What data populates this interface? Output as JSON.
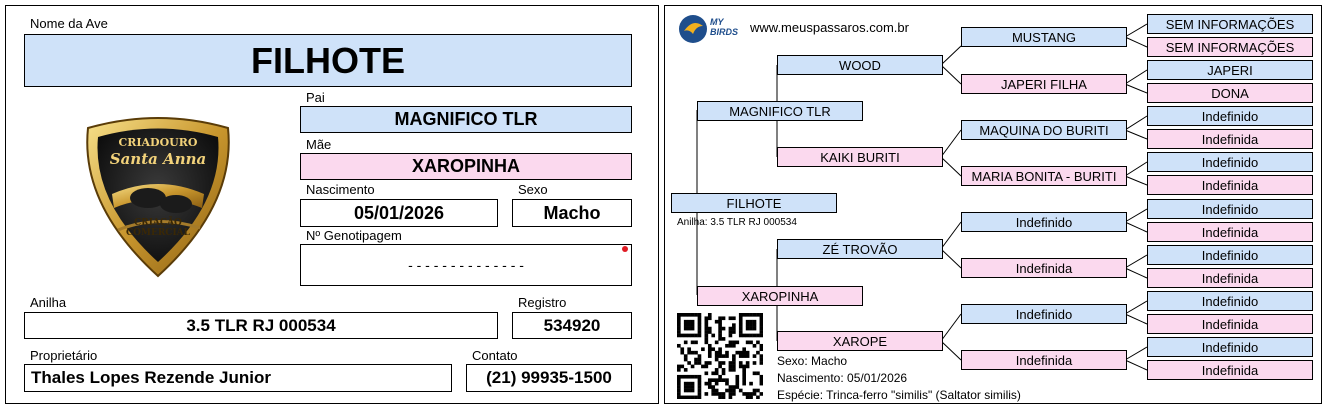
{
  "card": {
    "bird_name_label": "Nome da Ave",
    "bird_name": "FILHOTE",
    "father_label": "Pai",
    "father": "MAGNIFICO TLR",
    "mother_label": "Mãe",
    "mother": "XAROPINHA",
    "birth_label": "Nascimento",
    "birth": "05/01/2026",
    "sex_label": "Sexo",
    "sex": "Macho",
    "genotype_label": "Nº Genotipagem",
    "genotype": "- - - - - - - - - - - - - -",
    "ring_label": "Anilha",
    "ring": "3.5 TLR RJ 000534",
    "registry_label": "Registro",
    "registry": "534920",
    "owner_label": "Proprietário",
    "owner": "Thales Lopes Rezende Junior",
    "contact_label": "Contato",
    "contact": "(21) 99935-1500"
  },
  "logo": {
    "top_text": "CRIADOURO",
    "script_text": "Santa Anna",
    "bottom_text_1": "CRIAÇÃO",
    "bottom_text_2": "COMERCIAL"
  },
  "brand": {
    "mybirds_line1": "MY",
    "mybirds_line2": "BIRDS",
    "url": "www.meuspassaros.com.br"
  },
  "pedigree": {
    "subject": "FILHOTE",
    "subject_ring": "Anilha: 3.5 TLR RJ 000534",
    "father": "MAGNIFICO TLR",
    "mother": "XAROPINHA",
    "paternal_grandfather": "WOOD",
    "paternal_grandmother": "KAIKI BURITI",
    "maternal_grandfather": "ZÉ TROVÃO",
    "maternal_grandmother": "XAROPE",
    "gen3": [
      "MUSTANG",
      "JAPERI FILHA",
      "MAQUINA DO BURITI",
      "MARIA BONITA - BURITI",
      "Indefinido",
      "Indefinida",
      "Indefinido",
      "Indefinida"
    ],
    "gen4": [
      "SEM INFORMAÇÕES",
      "SEM INFORMAÇÕES",
      "JAPERI",
      "DONA",
      "Indefinido",
      "Indefinida",
      "Indefinido",
      "Indefinida",
      "Indefinido",
      "Indefinida",
      "Indefinido",
      "Indefinida",
      "Indefinido",
      "Indefinida",
      "Indefinido",
      "Indefinida"
    ],
    "info_sex": "Sexo: Macho",
    "info_birth": "Nascimento: 05/01/2026",
    "info_species": "Espécie: Trinca-ferro \"similis\" (Saltator similis)"
  },
  "colors": {
    "male": "#cfe2f9",
    "female": "#fbd9ee",
    "accent_dot": "#e01b24",
    "brand_blue": "#1f4e8c"
  }
}
